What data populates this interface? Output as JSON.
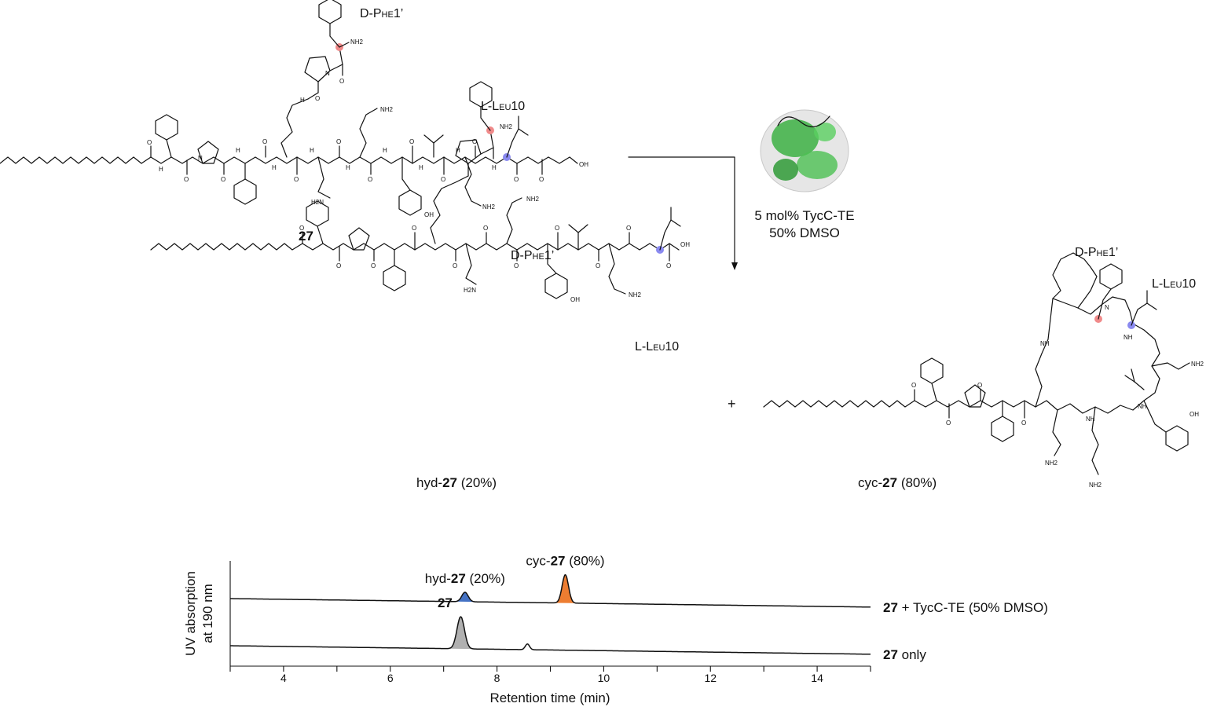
{
  "compounds": {
    "start": {
      "id": "27",
      "label_dphe": "D-Phe1’",
      "label_lleu": "L-Leu10"
    },
    "hyd": {
      "label_prefix": "hyd-",
      "label_id": "27",
      "label_suffix": " (20%)",
      "label_dphe": "D-Phe1’",
      "label_lleu": "L-Leu10"
    },
    "cyc": {
      "label_prefix": "cyc-",
      "label_id": "27",
      "label_suffix": " (80%)",
      "label_dphe": "D-Phe1’",
      "label_lleu": "L-Leu10"
    },
    "plus": "+"
  },
  "atoms": {
    "nh": "NH",
    "nh2": "NH2",
    "oh": "OH",
    "o": "O",
    "n": "N",
    "h2n": "H2N",
    "h": "H"
  },
  "conditions": {
    "line1": "5 mol% TycC-TE",
    "line2": "50% DMSO"
  },
  "colors": {
    "red_stereocenter": "#f08a8a",
    "blue_stereocenter": "#8a8af0",
    "protein_green": "#3cb043",
    "peak_blue": "#4472c4",
    "peak_orange": "#ed7d31",
    "peak_gray": "#b0b0b0"
  },
  "chart_data": {
    "type": "line",
    "xlabel": "Retention time (min)",
    "ylabel_line1": "UV absorption",
    "ylabel_line2": "at 190 nm",
    "xlim": [
      3,
      15
    ],
    "xticks": [
      4,
      6,
      8,
      10,
      12,
      14
    ],
    "series": [
      {
        "name_bold": "27",
        "name_rest": " + TycC-TE (50% DMSO)",
        "baseline_start": 0.0,
        "baseline_end": -0.09,
        "peaks": [
          {
            "x": 7.4,
            "height": 0.1,
            "width": 0.06,
            "label_prefix": "hyd-",
            "label_bold": "27",
            "label_suffix": " (20%)",
            "fill": "#4472c4"
          },
          {
            "x": 9.28,
            "height": 0.3,
            "width": 0.06,
            "label_prefix": "cyc-",
            "label_bold": "27",
            "label_suffix": " (80%)",
            "fill": "#ed7d31"
          }
        ]
      },
      {
        "name_bold": "27",
        "name_rest": " only",
        "baseline_start": 0.0,
        "baseline_end": -0.09,
        "peaks": [
          {
            "x": 7.32,
            "height": 0.34,
            "width": 0.07,
            "label_prefix": "",
            "label_bold": "27",
            "label_suffix": "",
            "fill": "#b0b0b0"
          },
          {
            "x": 8.57,
            "height": 0.06,
            "width": 0.04,
            "label_prefix": "",
            "label_bold": "",
            "label_suffix": "",
            "fill": "none"
          }
        ]
      }
    ]
  }
}
